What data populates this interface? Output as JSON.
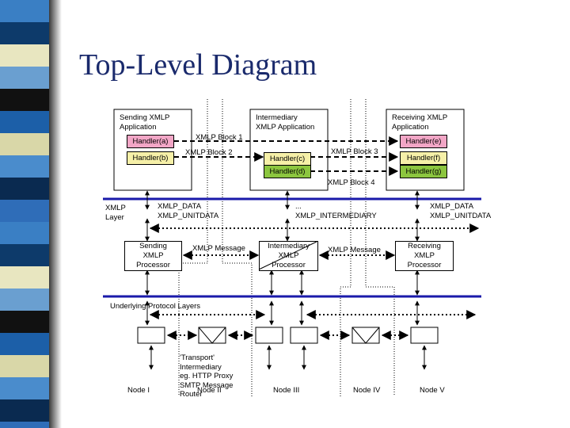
{
  "title": "Top-Level Diagram",
  "colors": {
    "title": "#1a2a6c",
    "layer_line": "#1a1aaa",
    "handler_pink": "#f2a6c6",
    "handler_yellow": "#f6f0a8",
    "handler_green": "#8cc63f"
  },
  "apps": {
    "sending": "Sending XMLP\nApplication",
    "intermediary": "Intermediary\nXMLP Application",
    "receiving": "Receiving XMLP\nApplication"
  },
  "handlers": {
    "a": "Handler(a)",
    "b": "Handler(b)",
    "c": "Handler(c)",
    "d": "Handler(d)",
    "e": "Handler(e)",
    "f": "Handler(f)",
    "g": "Handler(g)"
  },
  "blocks": {
    "b1": "XMLP Block 1",
    "b2": "XMLP Block 2",
    "b3": "XMLP Block 3",
    "b4": "XMLP Block 4"
  },
  "layer": {
    "name": "XMLP\nLayer",
    "left_ops": "XMLP_DATA\nXMLP_UNITDATA",
    "mid_ops": "...\nXMLP_INTERMEDIARY",
    "right_ops": "XMLP_DATA\nXMLP_UNITDATA"
  },
  "processors": {
    "sending": "Sending\nXMLP\nProcessor",
    "intermediary": "Intermediary\nXMLP\nProcessor",
    "receiving": "Receiving\nXMLP\nProcessor"
  },
  "messages": {
    "m1": "XMLP Message",
    "m2": "XMLP Message"
  },
  "underlying": "Underlying Protocol Layers",
  "transport_note": "'Transport'\nIntermediary\neg. HTTP Proxy\nSMTP Message\nRouter",
  "nodes": [
    "Node I",
    "Node II",
    "Node III",
    "Node IV",
    "Node V"
  ]
}
